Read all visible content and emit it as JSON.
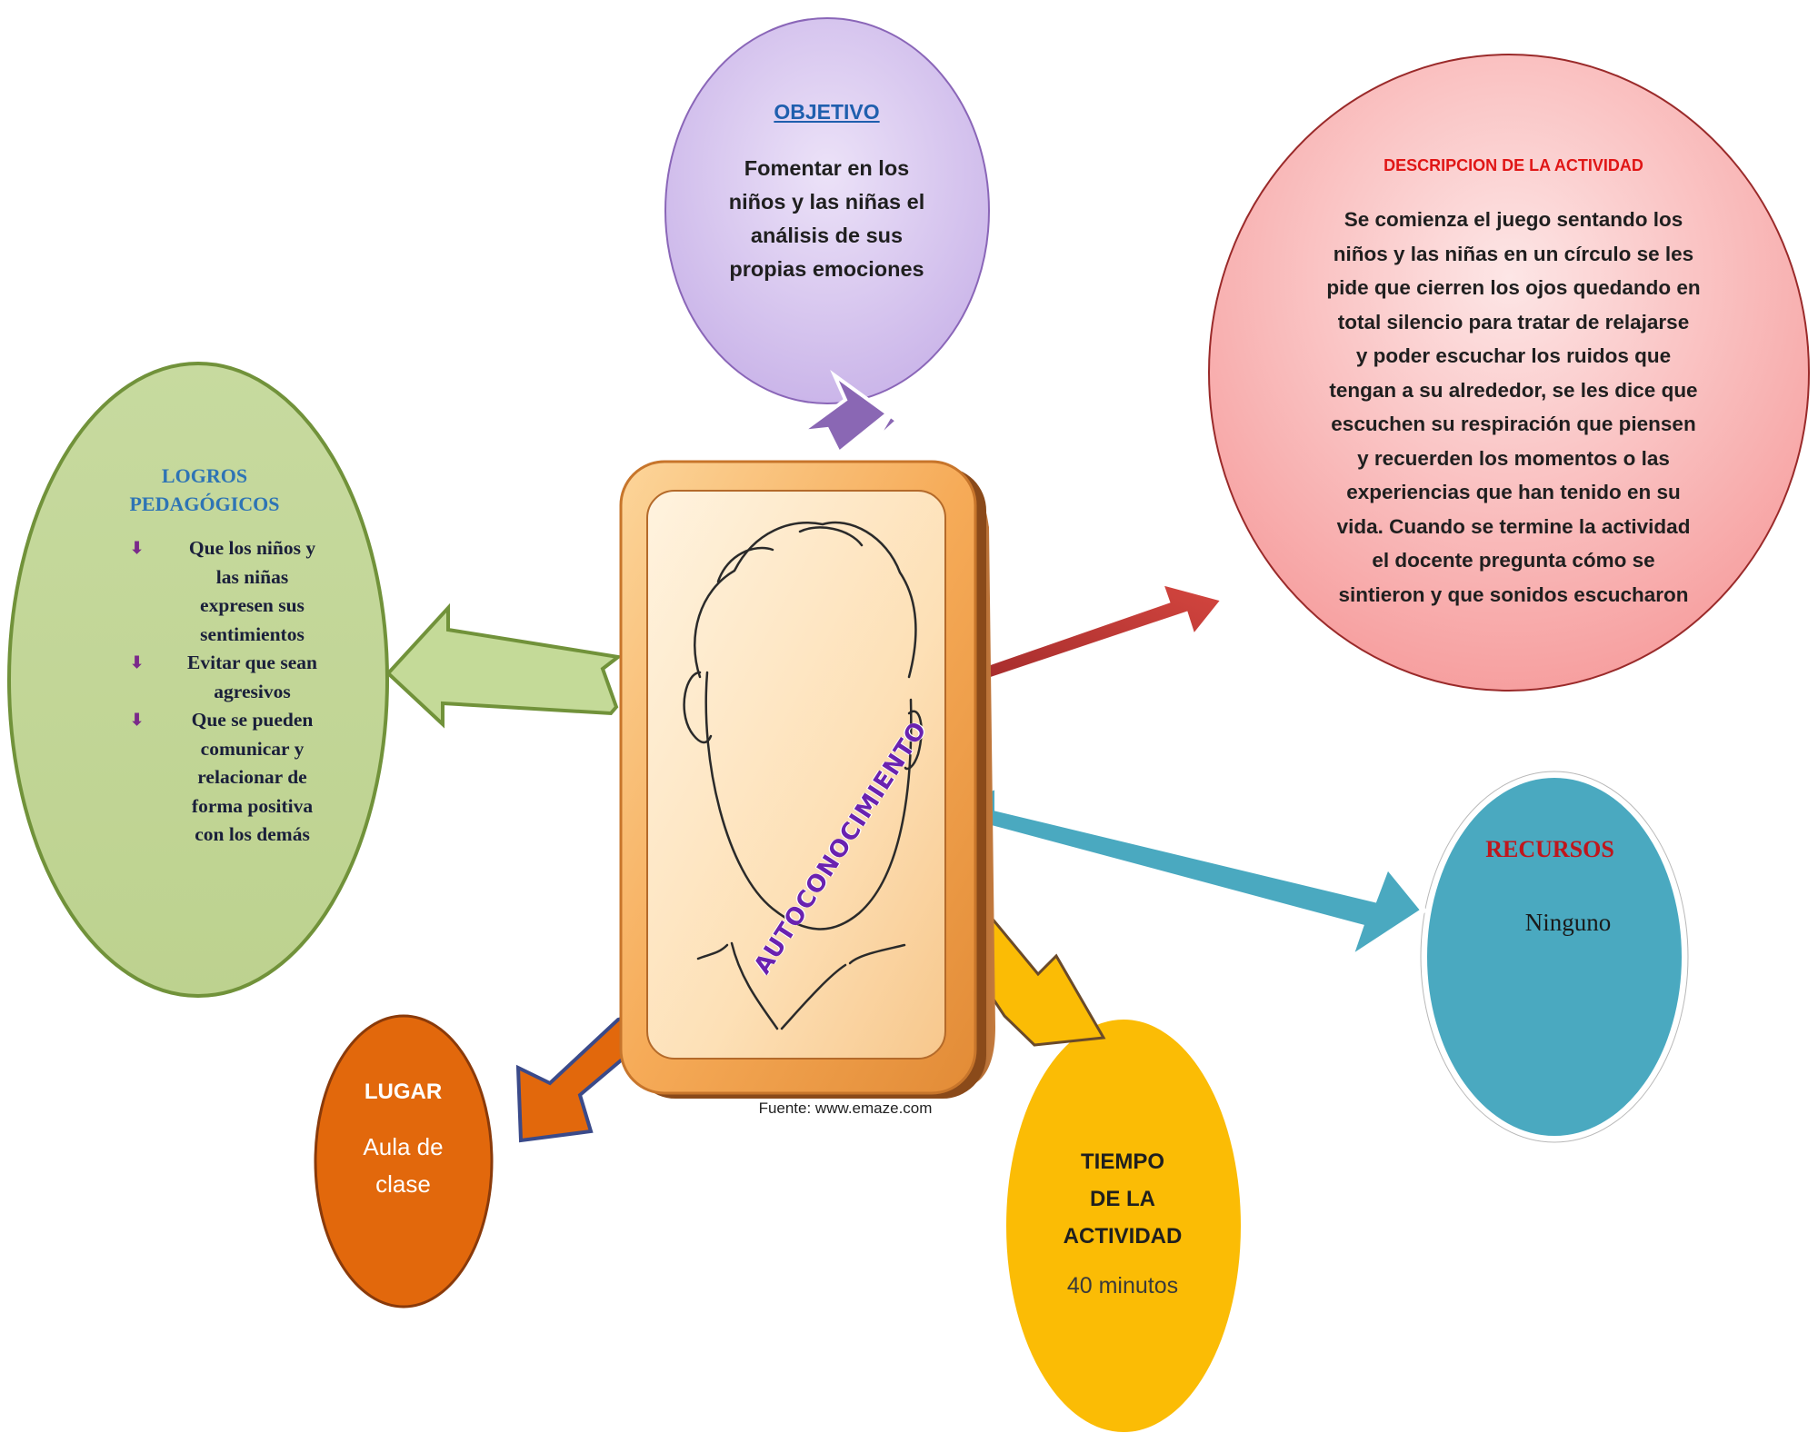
{
  "center": {
    "label": "AUTOCONOCIMIENTO",
    "caption": "Fuente: www.emaze.com"
  },
  "objetivo": {
    "heading": "OBJETIVO",
    "lines": [
      "Fomentar en los",
      "niños y las niñas el",
      "análisis de sus",
      "propias emociones"
    ]
  },
  "descripcion": {
    "heading": "DESCRIPCION DE LA ACTIVIDAD",
    "lines": [
      "Se comienza el juego sentando los",
      "niños y las niñas en un círculo se les",
      "pide que cierren los ojos quedando en",
      "total silencio para tratar de relajarse",
      "y poder escuchar los ruidos que",
      "tengan a su alrededor, se les dice que",
      "escuchen su respiración que piensen",
      "y recuerden los momentos o las",
      "experiencias que han tenido en su",
      "vida. Cuando se termine la actividad",
      "el docente pregunta cómo se",
      "sintieron y que sonidos escucharon"
    ]
  },
  "logros": {
    "heading_lines": [
      "LOGROS",
      "PEDAGÓGICOS"
    ],
    "items": [
      {
        "lines": [
          "Que los niños y",
          "las niñas",
          "expresen sus",
          "sentimientos"
        ]
      },
      {
        "lines": [
          "Evitar que sean",
          "agresivos"
        ]
      },
      {
        "lines": [
          "Que se pueden",
          "comunicar y",
          "relacionar de",
          "forma positiva",
          "con los demás"
        ]
      }
    ]
  },
  "recursos": {
    "heading": "RECURSOS",
    "body": "Ninguno"
  },
  "lugar": {
    "heading": "LUGAR",
    "lines": [
      "Aula de",
      "clase"
    ]
  },
  "tiempo": {
    "heading_lines": [
      "TIEMPO",
      "DE LA",
      "ACTIVIDAD"
    ],
    "body": "40 minutos"
  },
  "colors": {
    "objetivo_fill": "#d9c7ef",
    "descripcion_fill": "#f8b4b4",
    "logros_fill": "#c3d79a",
    "recursos_fill": "#4aa9c0",
    "lugar_fill": "#e2680c",
    "tiempo_fill": "#fbbc05"
  }
}
